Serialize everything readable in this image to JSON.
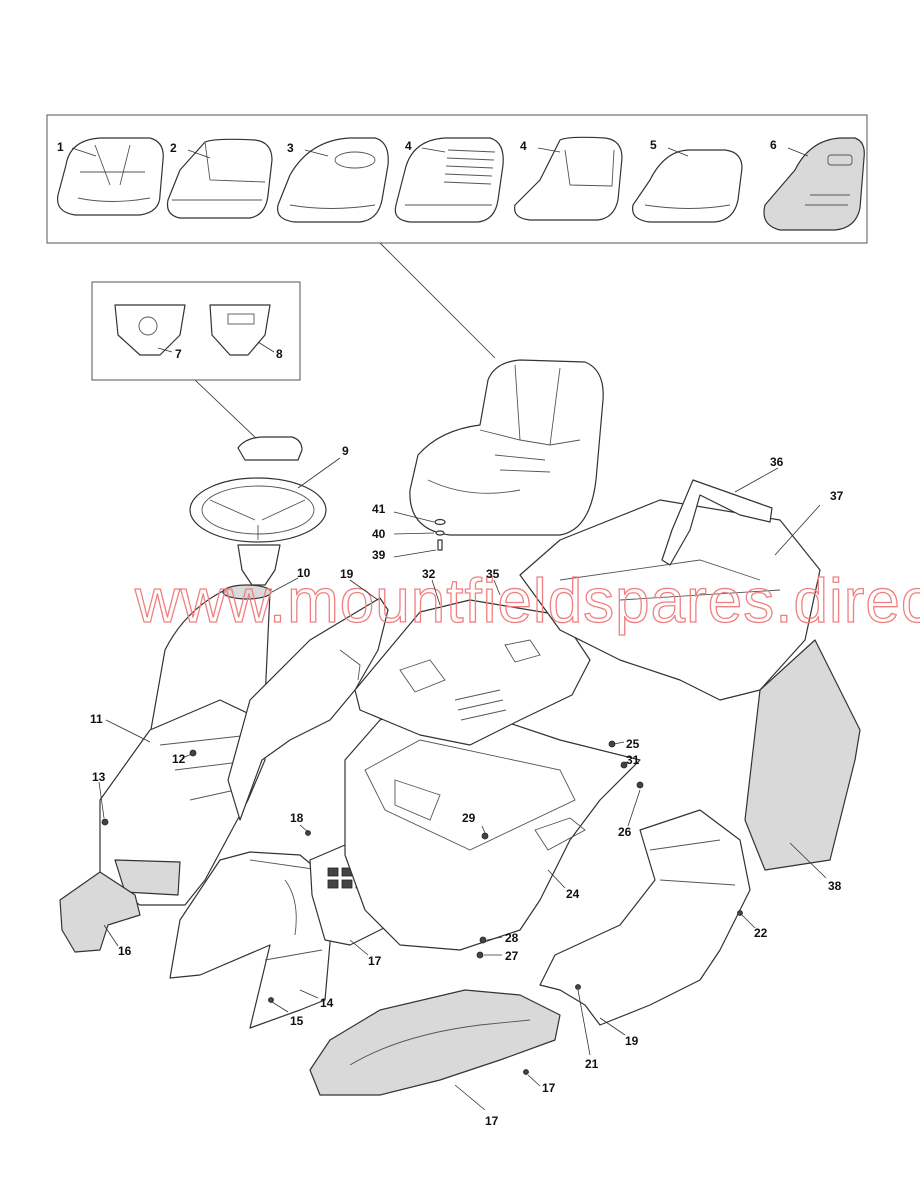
{
  "watermark": "www.mountfieldspares.direct",
  "callouts": [
    {
      "id": "1",
      "label": "1"
    },
    {
      "id": "2",
      "label": "2"
    },
    {
      "id": "3",
      "label": "3"
    },
    {
      "id": "4a",
      "label": "4"
    },
    {
      "id": "4b",
      "label": "4"
    },
    {
      "id": "5",
      "label": "5"
    },
    {
      "id": "6",
      "label": "6"
    },
    {
      "id": "7",
      "label": "7"
    },
    {
      "id": "8",
      "label": "8"
    },
    {
      "id": "9",
      "label": "9"
    },
    {
      "id": "10",
      "label": "10"
    },
    {
      "id": "11",
      "label": "11"
    },
    {
      "id": "12",
      "label": "12"
    },
    {
      "id": "13",
      "label": "13"
    },
    {
      "id": "14",
      "label": "14"
    },
    {
      "id": "15",
      "label": "15"
    },
    {
      "id": "16",
      "label": "16"
    },
    {
      "id": "17a",
      "label": "17"
    },
    {
      "id": "17b",
      "label": "17"
    },
    {
      "id": "17c",
      "label": "17"
    },
    {
      "id": "18",
      "label": "18"
    },
    {
      "id": "19a",
      "label": "19"
    },
    {
      "id": "19b",
      "label": "19"
    },
    {
      "id": "21",
      "label": "21"
    },
    {
      "id": "22",
      "label": "22"
    },
    {
      "id": "24",
      "label": "24"
    },
    {
      "id": "25",
      "label": "25"
    },
    {
      "id": "26",
      "label": "26"
    },
    {
      "id": "27",
      "label": "27"
    },
    {
      "id": "28",
      "label": "28"
    },
    {
      "id": "29",
      "label": "29"
    },
    {
      "id": "31",
      "label": "31"
    },
    {
      "id": "32",
      "label": "32"
    },
    {
      "id": "35",
      "label": "35"
    },
    {
      "id": "36",
      "label": "36"
    },
    {
      "id": "37",
      "label": "37"
    },
    {
      "id": "38",
      "label": "38"
    },
    {
      "id": "39",
      "label": "39"
    },
    {
      "id": "40",
      "label": "40"
    },
    {
      "id": "41",
      "label": "41"
    }
  ]
}
